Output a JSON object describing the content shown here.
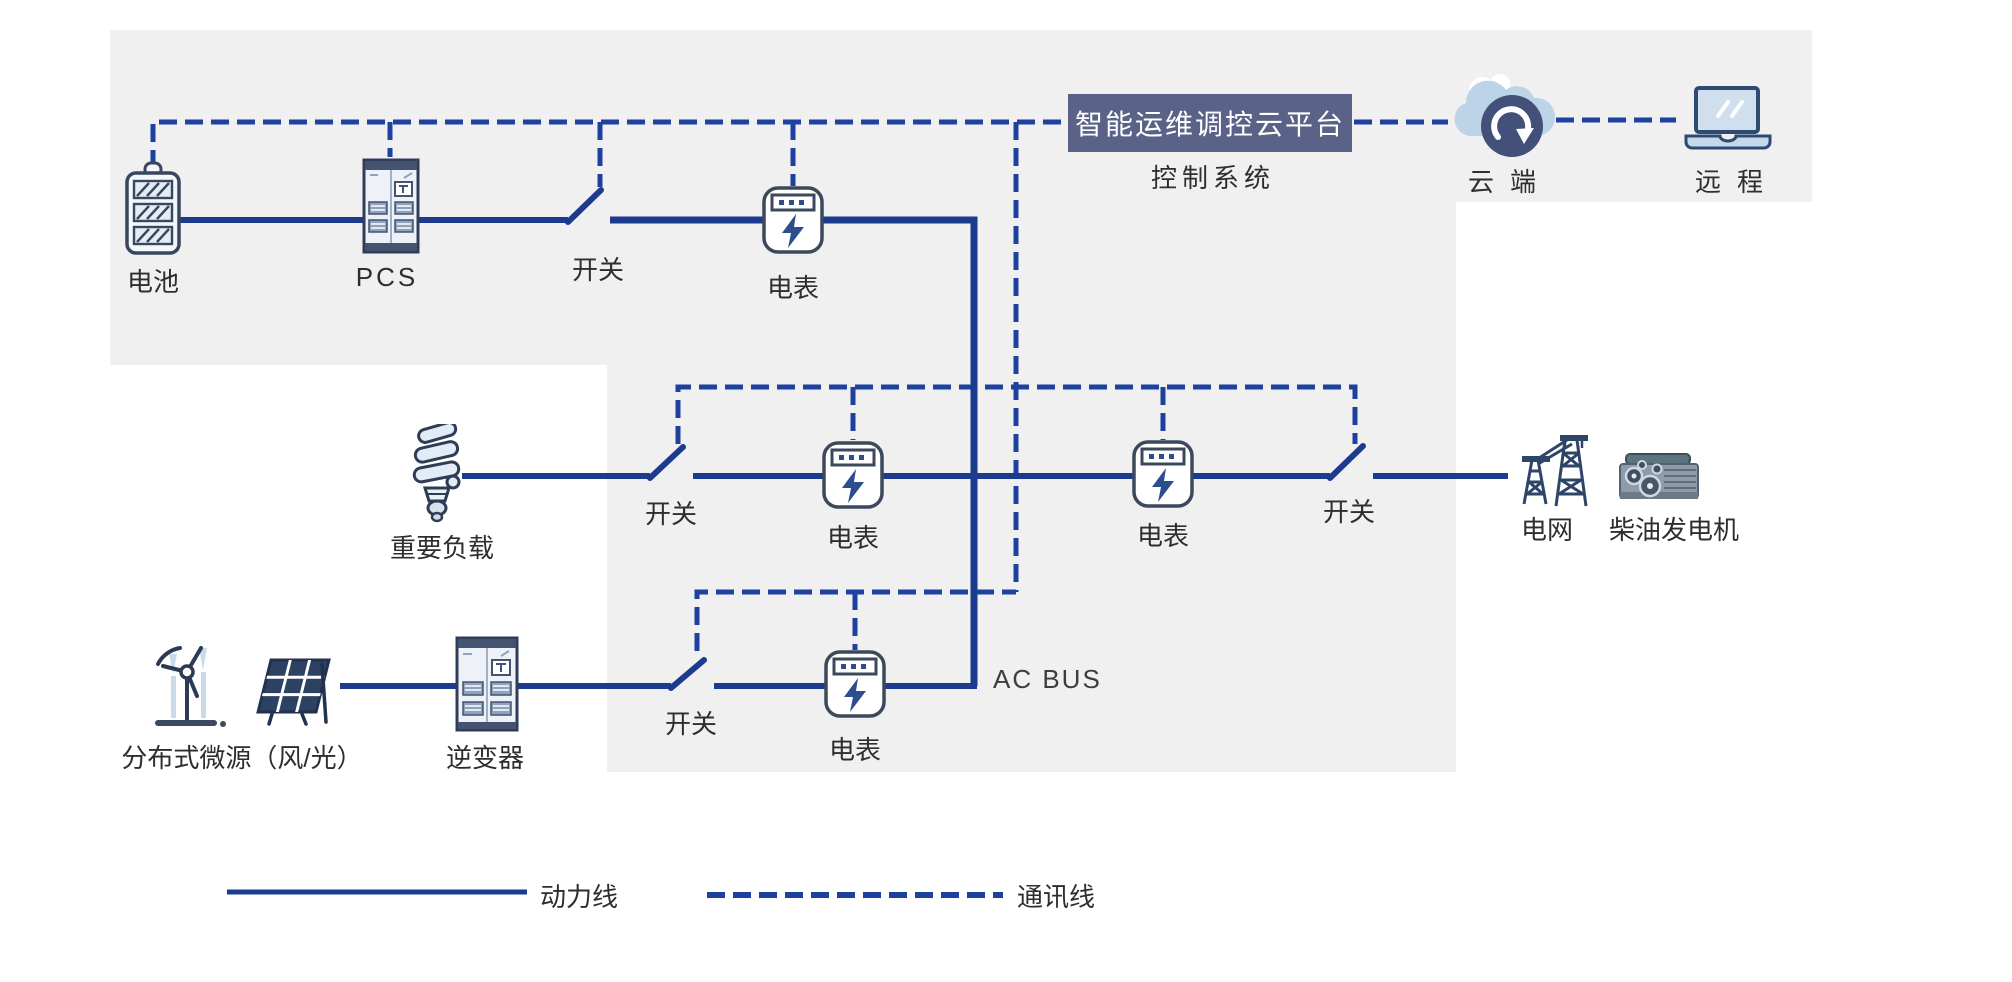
{
  "banner": {
    "title": "智能运维调控云平台",
    "subtitle": "控制系统"
  },
  "nodes": {
    "battery": {
      "label": "电池"
    },
    "pcs": {
      "label": "PCS"
    },
    "switch": {
      "label": "开关"
    },
    "meter": {
      "label": "电表"
    },
    "cloud": {
      "label": "云端"
    },
    "remote": {
      "label": "远程"
    },
    "important_load": {
      "label": "重要负载"
    },
    "grid": {
      "label": "电网"
    },
    "diesel_generator": {
      "label": "柴油发电机"
    },
    "distributed_source": {
      "label": "分布式微源（风/光）"
    },
    "inverter": {
      "label": "逆变器"
    },
    "ac_bus": {
      "label": "AC BUS"
    }
  },
  "legend": {
    "power_line": "动力线",
    "comm_line": "通讯线"
  },
  "colors": {
    "line_navy": "#1c3a8e",
    "comm_navy": "#1e41a0",
    "panel_gray": "#f0f0f1",
    "banner_bg": "#5a6287",
    "cloud_blue": "#bcd3e8",
    "circle_navy": "#43507a",
    "icon_stroke": "#2f3d58",
    "text_dark": "#2e2e2e"
  }
}
